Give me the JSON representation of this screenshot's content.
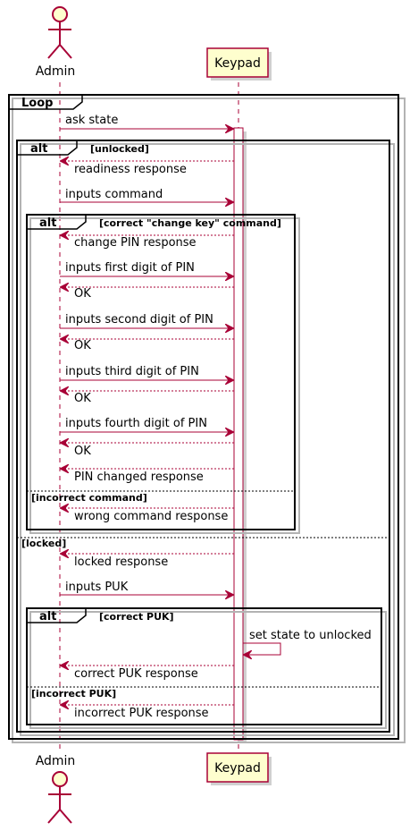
{
  "participants": {
    "admin": "Admin",
    "keypad": "Keypad"
  },
  "loop": {
    "title": "Loop"
  },
  "outer_alt": {
    "title": "alt",
    "guard_unlocked": "[unlocked]",
    "guard_locked": "[locked]"
  },
  "inner_alt_key": {
    "title": "alt",
    "guard_correct": "[correct \"change key\" command]",
    "guard_incorrect": "[incorrect command]"
  },
  "inner_alt_puk": {
    "title": "alt",
    "guard_correct": "[correct PUK]",
    "guard_incorrect": "[incorrect PUK]"
  },
  "messages": {
    "ask_state": "ask state",
    "readiness_response": "readiness response",
    "inputs_command": "inputs command",
    "change_pin_response": "change PIN response",
    "inputs_first_digit": "inputs first digit of PIN",
    "ok_1": "OK",
    "inputs_second_digit": "inputs second digit of PIN",
    "ok_2": "OK",
    "inputs_third_digit": "inputs third digit of PIN",
    "ok_3": "OK",
    "inputs_fourth_digit": "inputs fourth digit of PIN",
    "ok_4": "OK",
    "pin_changed_response": "PIN changed response",
    "wrong_command_response": "wrong command response",
    "locked_response": "locked response",
    "inputs_puk": "inputs PUK",
    "set_state_unlocked": "set state to unlocked",
    "correct_puk_response": "correct PUK response",
    "incorrect_puk_response": "incorrect PUK response"
  },
  "colors": {
    "line": "#A80036",
    "participant_fill": "#FEFECE",
    "frame": "#000000"
  }
}
